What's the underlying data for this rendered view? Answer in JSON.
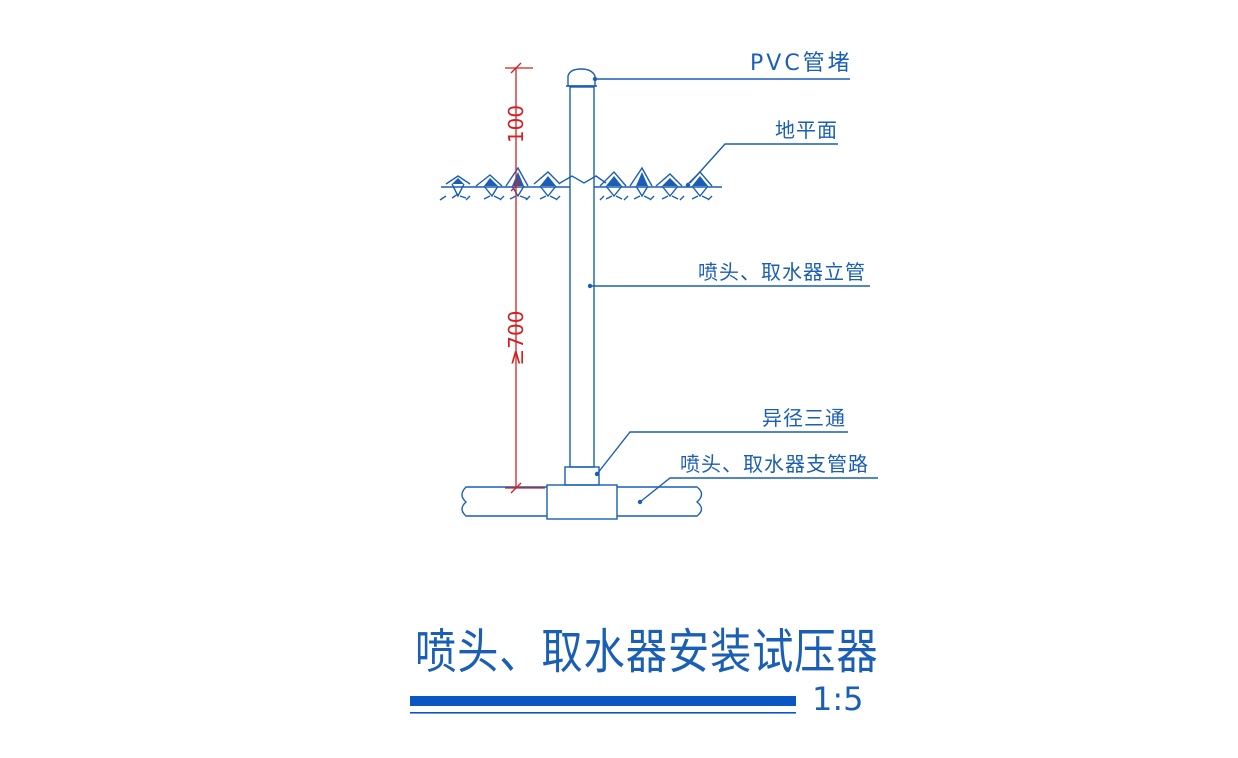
{
  "labels": {
    "pvc_cap": "PVC管堵",
    "ground": "地平面",
    "riser": "喷头、取水器立管",
    "reducing_tee": "异径三通",
    "branch_pipe": "喷头、取水器支管路"
  },
  "dimensions": {
    "top": "100",
    "bottom": "≥700"
  },
  "title": "喷头、取水器安装试压器",
  "scale": "1:5",
  "colors": {
    "line": "#1a5fb4",
    "dimension": "#d42020",
    "title_bar": "#0b57c2"
  }
}
